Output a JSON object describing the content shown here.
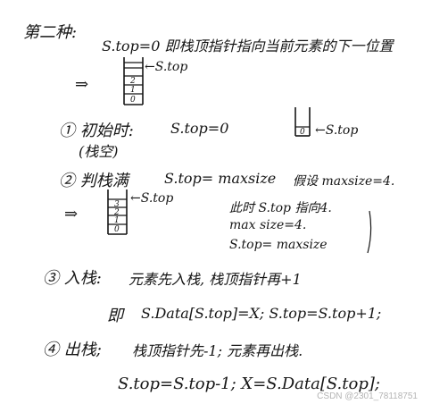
{
  "notes": {
    "title": "第二种:",
    "intro": "S.top=0 即栈顶指针指向当前元素的下一位置",
    "arrow_first": "⇒",
    "stack_top_label": "←S.top",
    "init_label": "① 初始时:",
    "init_eq": "S.top=0",
    "init_note": "(栈空)",
    "init_top_label": "←S.top",
    "full_label": "② 判栈满",
    "full_eq": "S.top= maxsize",
    "full_assume": "假设 maxsize=4.",
    "arrow_second": "⇒",
    "full_top_label": "←S.top",
    "full_line1": "此时 S.top 指向4.",
    "full_line2": "max size=4.",
    "full_line3": "S.top= maxsize",
    "push_label": "③ 入栈:",
    "push_desc": "元素先入栈, 栈顶指针再+1",
    "push_code_prefix": "即",
    "push_code": "S.Data[S.top]=X; S.top=S.top+1;",
    "pop_label": "④ 出栈;",
    "pop_desc": "栈顶指针先-1; 元素再出栈.",
    "pop_code": "S.top=S.top-1; X=S.Data[S.top];"
  },
  "stack_first_cells": [
    "2",
    "1",
    "0"
  ],
  "stack_init_cells": [
    "0"
  ],
  "stack_full_cells": [
    "3",
    "2",
    "1",
    "0"
  ],
  "watermark": "CSDN @2301_78118751"
}
